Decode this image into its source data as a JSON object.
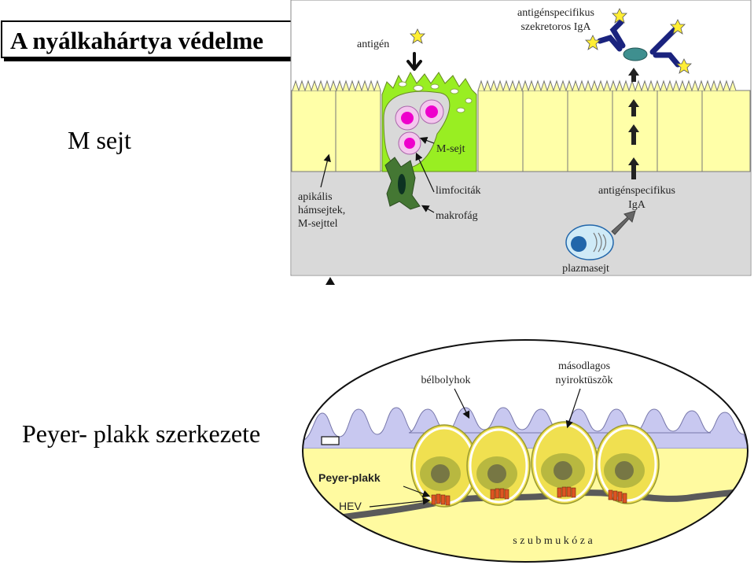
{
  "title": "A nyálkahártya védelme",
  "sections": {
    "m_cell": "M sejt",
    "peyer": "Peyer- plakk szerkezete"
  },
  "top_diagram": {
    "antigen": "antigén",
    "siga_line1": "antigénspecifikus",
    "siga_line2": "szekretoros IgA",
    "m_cell": "M-sejt",
    "apical_line1": "apikális",
    "apical_line2": "hámsejtek,",
    "apical_line3": "M-sejttel",
    "lymphocytes": "limfociták",
    "macrophage": "makrofág",
    "iga_line1": "antigénspecifikus",
    "iga_line2": "IgA",
    "plasma_cell": "plazmasejt"
  },
  "bottom_diagram": {
    "villi": "bélbolyhok",
    "follicle_line1": "másodlagos",
    "follicle_line2": "nyiroktüszõk",
    "peyer_plaque": "Peyer-plakk",
    "hev": "HEV",
    "submucosa": "s z u b m u k ó z a"
  },
  "colors": {
    "epithelium": "#ffffa8",
    "m_cell": "#99ee22",
    "submucosa_gray": "#d8d8d8",
    "lymphocyte": "#ee00cc",
    "macrophage": "#447733",
    "plasma_cell": "#2266aa",
    "villi_blue": "#c8c8f0",
    "follicle": "#f0e050",
    "hev": "#dd5522"
  }
}
